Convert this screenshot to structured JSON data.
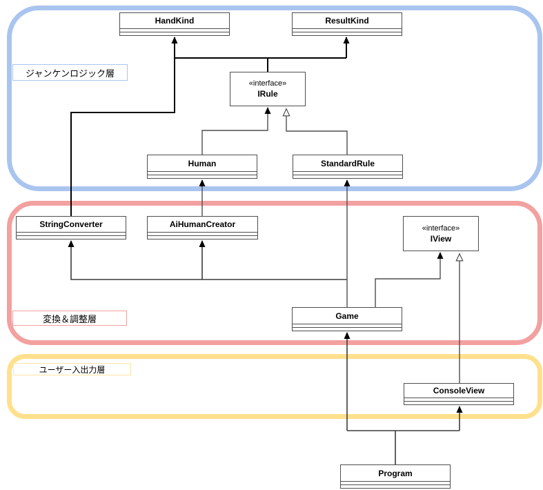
{
  "diagram": {
    "type": "uml-class-diagram",
    "layers": [
      {
        "id": "janken-logic",
        "label": "ジャンケンロジック層",
        "color": "#a9c5ef"
      },
      {
        "id": "conversion-adjustment",
        "label": "変換＆調整層",
        "color": "#f2a1a0"
      },
      {
        "id": "user-io",
        "label": "ユーザー入出力層",
        "color": "#ffe08c"
      }
    ],
    "nodes": {
      "handkind": {
        "label": "HandKind"
      },
      "resultkind": {
        "label": "ResultKind"
      },
      "irule": {
        "stereotype": "«interface»",
        "label": "IRule"
      },
      "human": {
        "label": "Human"
      },
      "standardrule": {
        "label": "StandardRule"
      },
      "stringconverter": {
        "label": "StringConverter"
      },
      "aihumancreator": {
        "label": "AiHumanCreator"
      },
      "iview": {
        "stereotype": "«interface»",
        "label": "IView"
      },
      "game": {
        "label": "Game"
      },
      "consoleview": {
        "label": "ConsoleView"
      },
      "program": {
        "label": "Program"
      }
    },
    "relations": [
      {
        "from": "IRule",
        "to": "HandKind",
        "type": "directed-association"
      },
      {
        "from": "IRule",
        "to": "ResultKind",
        "type": "directed-association"
      },
      {
        "from": "StringConverter",
        "to": "HandKind",
        "type": "directed-association"
      },
      {
        "from": "Human",
        "to": "IRule",
        "type": "directed-association"
      },
      {
        "from": "StandardRule",
        "to": "IRule",
        "type": "realization"
      },
      {
        "from": "AiHumanCreator",
        "to": "Human",
        "type": "directed-association"
      },
      {
        "from": "Game",
        "to": "StringConverter",
        "type": "directed-association"
      },
      {
        "from": "Game",
        "to": "AiHumanCreator",
        "type": "directed-association"
      },
      {
        "from": "Game",
        "to": "StandardRule",
        "type": "directed-association"
      },
      {
        "from": "Game",
        "to": "IView",
        "type": "directed-association"
      },
      {
        "from": "ConsoleView",
        "to": "IView",
        "type": "realization"
      },
      {
        "from": "Program",
        "to": "Game",
        "type": "directed-association"
      },
      {
        "from": "Program",
        "to": "ConsoleView",
        "type": "directed-association"
      }
    ]
  }
}
